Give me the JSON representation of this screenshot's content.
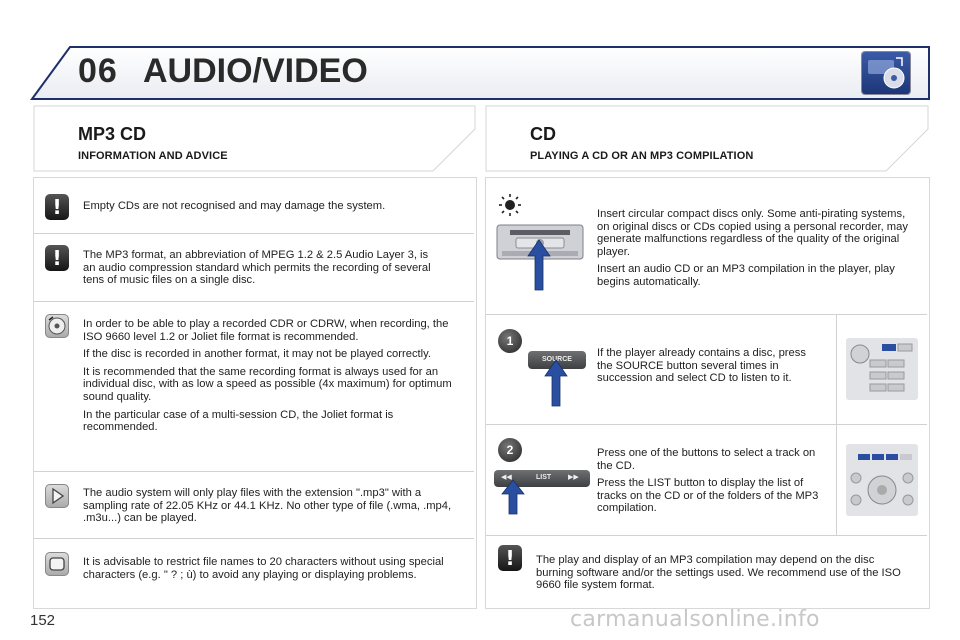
{
  "header": {
    "chapter_number": "06",
    "chapter_title": "AUDIO/VIDEO",
    "icon": "audio-video-chapter-icon"
  },
  "left_section": {
    "title": "MP3 CD",
    "subtitle": "INFORMATION AND ADVICE",
    "items": [
      {
        "icon": "warning-icon",
        "icon_text": "!",
        "paragraphs": [
          "Empty CDs are not recognised and may damage the system."
        ]
      },
      {
        "icon": "warning-icon",
        "icon_text": "!",
        "paragraphs": [
          "The MP3 format, an abbreviation of MPEG 1.2 & 2.5 Audio Layer 3, is an audio compression standard which permits the recording of several tens of music files on a single disc."
        ]
      },
      {
        "icon": "disc-icon",
        "paragraphs": [
          "In order to be able to play a recorded CDR or CDRW, when recording, the ISO 9660 level 1.2 or Joliet file format is recommended.",
          "If the disc is recorded in another format, it may not be played correctly.",
          "It is recommended that the same recording format is always used for an individual disc, with as low a speed as possible (4x maximum) for optimum sound quality.",
          "In the particular case of a multi-session CD, the Joliet format is recommended."
        ]
      },
      {
        "icon": "play-icon",
        "paragraphs": [
          "The audio system will only play files with the extension \".mp3\" with a sampling rate of 22.05 KHz or 44.1 KHz. No other type of file (.wma, .mp4, .m3u...) can be played."
        ]
      },
      {
        "icon": "note-icon",
        "paragraphs": [
          "It is advisable to restrict file names to 20 characters without using special characters (e.g. \" ? ; ù) to avoid any playing or displaying problems."
        ]
      }
    ]
  },
  "right_section": {
    "title": "CD",
    "subtitle": "PLAYING A CD OR AN MP3 COMPILATION",
    "intro": {
      "icon": "light-icon",
      "paragraphs": [
        "Insert circular compact discs only. Some anti-pirating systems, on original discs or CDs copied using a personal recorder, may generate malfunctions regardless of the quality of the original player.",
        "Insert an audio CD or an MP3 compilation in the player, play begins automatically."
      ]
    },
    "steps": [
      {
        "number": "1",
        "button_label": "SOURCE",
        "paragraphs": [
          "If the player already contains a disc, press the SOURCE button several times in succession and select CD to listen to it."
        ]
      },
      {
        "number": "2",
        "button_prev": "◀◀",
        "button_label": "LIST",
        "button_next": "▶▶",
        "paragraphs": [
          "Press one of the buttons to select a track on the CD.",
          "Press the LIST button to display the list of tracks on the CD or of the folders of the MP3 compilation."
        ]
      }
    ],
    "warning": {
      "icon": "warning-icon",
      "icon_text": "!",
      "paragraphs": [
        "The play and display of an MP3 compilation may depend on the disc burning software and/or the settings used. We recommend use of the ISO 9660 file system format."
      ]
    }
  },
  "footer": {
    "page_number": "152",
    "watermark": "carmanualsonline.info"
  }
}
